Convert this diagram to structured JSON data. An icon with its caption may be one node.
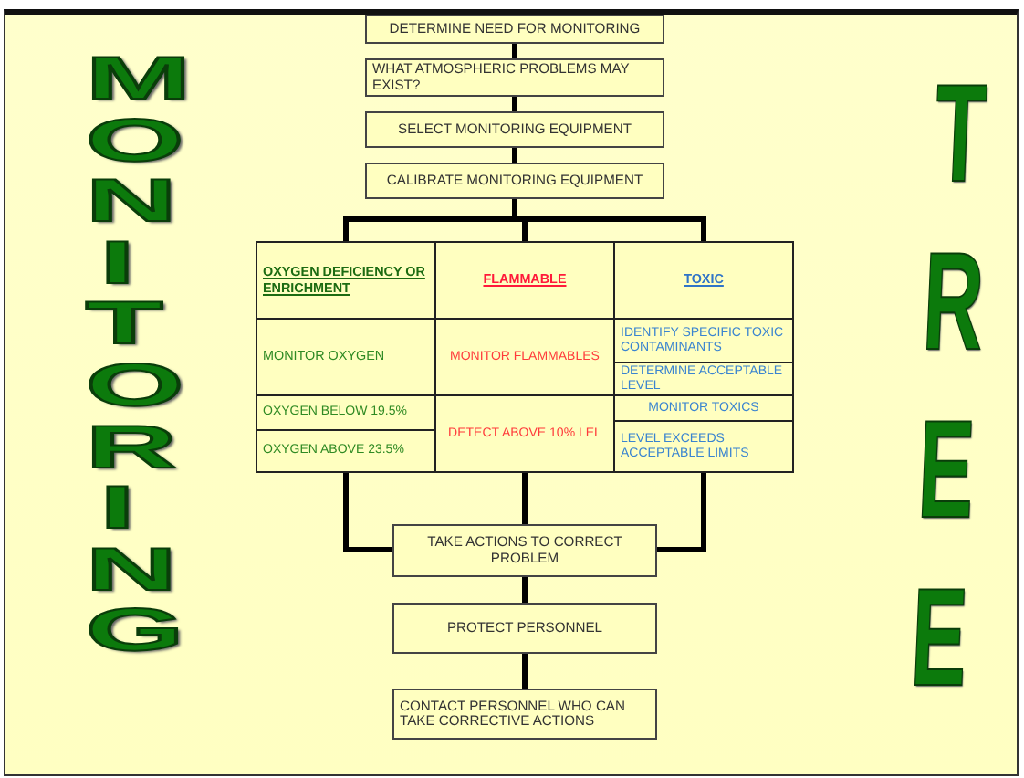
{
  "diagram": {
    "nodes": [
      {
        "text": [
          "DETERMINE NEED FOR MONITORING"
        ]
      },
      {
        "text": [
          "WHAT ATMOSPHERIC PROBLEMS MAY EXIST?"
        ]
      },
      {
        "text": [
          "SELECT MONITORING EQUIPMENT"
        ]
      },
      {
        "text": [
          "CALIBRATE MONITORING EQUIPMENT"
        ]
      },
      {
        "text": [
          "OXYGEN DEFICIENCY OR ENRICHMENT"
        ]
      },
      {
        "text": [
          "FLAMMABLE"
        ]
      },
      {
        "text": [
          "TOXIC"
        ]
      },
      {
        "text": [
          "MONITOR OXYGEN"
        ]
      },
      {
        "text": [
          "MONITOR FLAMMABLES"
        ]
      },
      {
        "text": [
          "IDENTIFY SPECIFIC TOXIC CONTAMINANTS"
        ]
      },
      {
        "text": [
          "DETERMINE ACCEPTABLE LEVEL"
        ]
      },
      {
        "text": [
          "OXYGEN BELOW 19.5%"
        ]
      },
      {
        "text": [
          "DETECT ABOVE 10% LEL"
        ]
      },
      {
        "text": [
          "MONITOR TOXICS"
        ]
      },
      {
        "text": [
          "OXYGEN ABOVE 23.5%"
        ]
      },
      {
        "text": [
          "LEVEL EXCEEDS ACCEPTABLE LIMITS"
        ]
      },
      {
        "text": [
          "TAKE ACTIONS TO CORRECT PROBLEM"
        ]
      },
      {
        "text": [
          "PROTECT PERSONNEL"
        ]
      },
      {
        "text": [
          "CONTACT PERSONNEL WHO CAN TAKE CORRECTIVE ACTIONS"
        ]
      }
    ],
    "edges": [
      {
        "from": 0,
        "to": 1,
        "arrow": "none"
      },
      {
        "from": 1,
        "to": 2,
        "arrow": "none"
      },
      {
        "from": 2,
        "to": 3,
        "arrow": "none"
      },
      {
        "from": 3,
        "to": 4,
        "arrow": "none"
      },
      {
        "from": 3,
        "to": 5,
        "arrow": "none"
      },
      {
        "from": 3,
        "to": 6,
        "arrow": "none"
      },
      {
        "from": 14,
        "to": 16,
        "arrow": "none"
      },
      {
        "from": 12,
        "to": 16,
        "arrow": "none"
      },
      {
        "from": 15,
        "to": 16,
        "arrow": "none"
      },
      {
        "from": 16,
        "to": 17,
        "arrow": "none"
      },
      {
        "from": 17,
        "to": 18,
        "arrow": "none"
      }
    ],
    "labels": [
      "MONITORING",
      "TREE"
    ]
  }
}
